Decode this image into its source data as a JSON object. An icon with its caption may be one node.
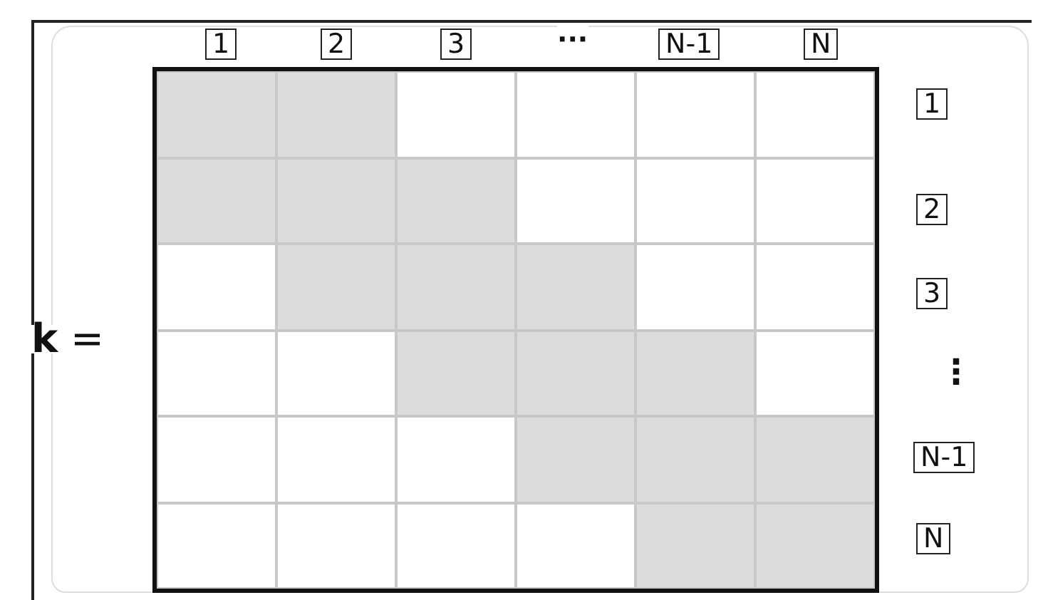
{
  "diagram": {
    "labels": [
      "1",
      "2",
      "3",
      "···",
      "N-1",
      "N",
      "k =",
      "1",
      "2",
      "3",
      "⋮",
      "N-1",
      "N"
    ]
  }
}
